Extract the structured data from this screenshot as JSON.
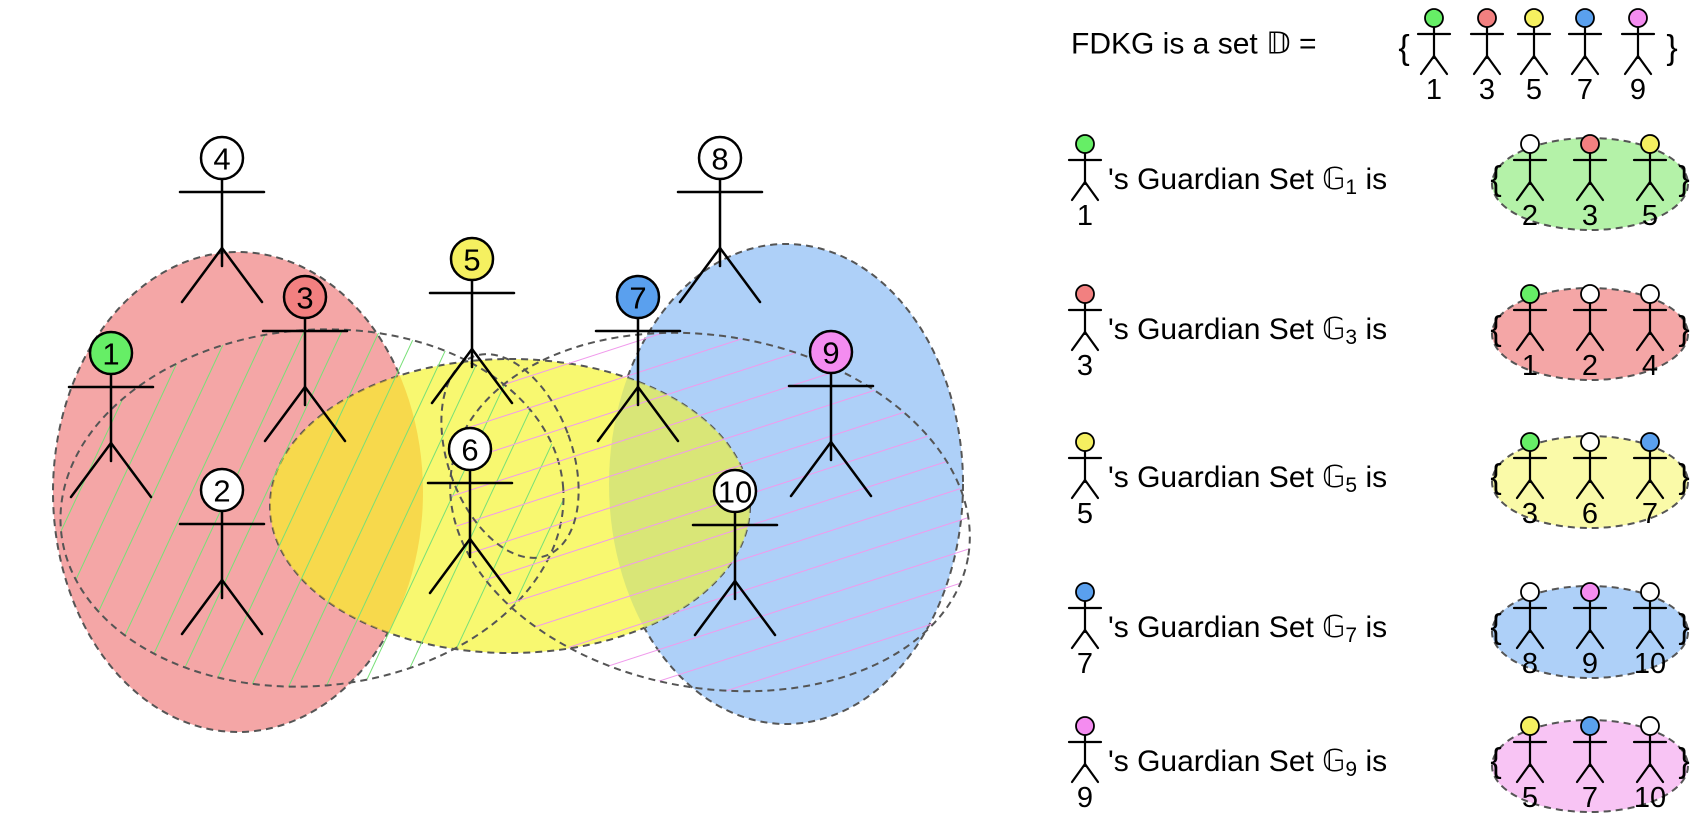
{
  "colors": {
    "green": "#66ee66",
    "red": "#f28080",
    "yellow": "#f5f060",
    "blue": "#5aa0ee",
    "pink": "#f48cf0",
    "white": "#ffffff",
    "region_red": "#f4a6a6",
    "region_yellow": "#f8f870",
    "region_blue": "#aed0f8",
    "set_green": "#b4f2a8",
    "set_red": "#f4a6a6",
    "set_yellow": "#fafaa8",
    "set_blue": "#aed0f8",
    "set_pink": "#f8c4f4"
  },
  "nodes": [
    {
      "id": "1",
      "label": "1",
      "color": "green"
    },
    {
      "id": "2",
      "label": "2",
      "color": "white"
    },
    {
      "id": "3",
      "label": "3",
      "color": "red"
    },
    {
      "id": "4",
      "label": "4",
      "color": "white"
    },
    {
      "id": "5",
      "label": "5",
      "color": "yellow"
    },
    {
      "id": "6",
      "label": "6",
      "color": "white"
    },
    {
      "id": "7",
      "label": "7",
      "color": "blue"
    },
    {
      "id": "8",
      "label": "8",
      "color": "white"
    },
    {
      "id": "9",
      "label": "9",
      "color": "pink"
    },
    {
      "id": "10",
      "label": "10",
      "color": "white"
    }
  ],
  "legend": {
    "fdkg_text": "FDKG is a set 𝔻 =",
    "open_brace": "{",
    "close_brace": "}",
    "members": [
      {
        "label": "1",
        "color": "green"
      },
      {
        "label": "3",
        "color": "red"
      },
      {
        "label": "5",
        "color": "yellow"
      },
      {
        "label": "7",
        "color": "blue"
      },
      {
        "label": "9",
        "color": "pink"
      }
    ],
    "guardian_rows": [
      {
        "owner": "1",
        "owner_color": "green",
        "text": "'s Guardian Set 𝔾",
        "subscript": "1",
        "suffix": " is",
        "set_color": "set_green",
        "members": [
          {
            "label": "2",
            "color": "white"
          },
          {
            "label": "3",
            "color": "red"
          },
          {
            "label": "5",
            "color": "yellow"
          }
        ]
      },
      {
        "owner": "3",
        "owner_color": "red",
        "text": "'s Guardian Set 𝔾",
        "subscript": "3",
        "suffix": " is",
        "set_color": "set_red",
        "members": [
          {
            "label": "1",
            "color": "green"
          },
          {
            "label": "2",
            "color": "white"
          },
          {
            "label": "4",
            "color": "white"
          }
        ]
      },
      {
        "owner": "5",
        "owner_color": "yellow",
        "text": "'s Guardian Set 𝔾",
        "subscript": "5",
        "suffix": " is",
        "set_color": "set_yellow",
        "members": [
          {
            "label": "3",
            "color": "green"
          },
          {
            "label": "6",
            "color": "white"
          },
          {
            "label": "7",
            "color": "blue"
          }
        ]
      },
      {
        "owner": "7",
        "owner_color": "blue",
        "text": "'s Guardian Set 𝔾",
        "subscript": "7",
        "suffix": " is",
        "set_color": "set_blue",
        "members": [
          {
            "label": "8",
            "color": "white"
          },
          {
            "label": "9",
            "color": "pink"
          },
          {
            "label": "10",
            "color": "white"
          }
        ]
      },
      {
        "owner": "9",
        "owner_color": "pink",
        "text": "'s Guardian Set 𝔾",
        "subscript": "9",
        "suffix": " is",
        "set_color": "set_pink",
        "members": [
          {
            "label": "5",
            "color": "yellow"
          },
          {
            "label": "7",
            "color": "blue"
          },
          {
            "label": "10",
            "color": "white"
          }
        ]
      }
    ]
  }
}
